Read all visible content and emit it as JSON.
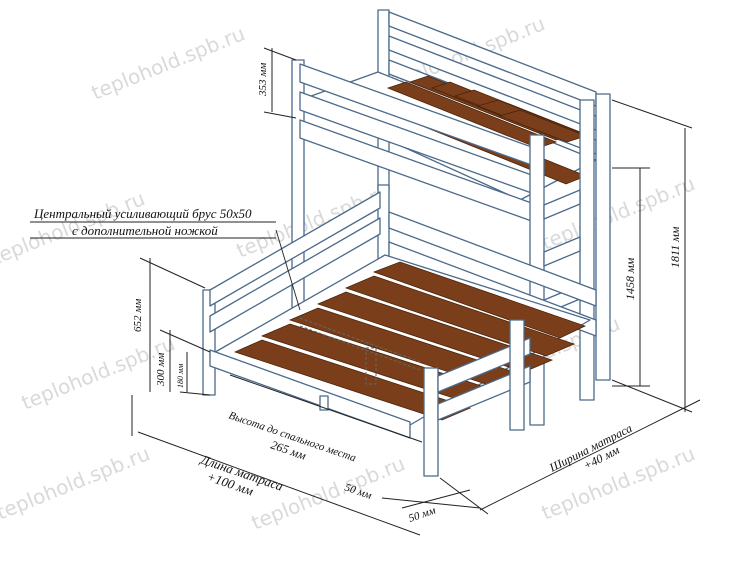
{
  "watermark": "teplohold.spb.ru",
  "annotations": {
    "beam_line1": "Центральный усиливающий брус 50х50",
    "beam_line2": "с дополнительной ножкой"
  },
  "dimensions": {
    "upper_rail": "353 мм",
    "lower_back": "652 мм",
    "lower_sleep": "300 мм",
    "small": "180 мм",
    "upper_sleep": "1458 мм",
    "total_height": "1811 мм",
    "sleep_height_label": "Высота до спального места",
    "sleep_height_value": "265 мм",
    "mattress_length_l1": "Длина матраса",
    "mattress_length_l2": "+100 мм",
    "mattress_width_l1": "Ширина матраса",
    "mattress_width_l2": "+40 мм",
    "post_a": "50 мм",
    "post_b": "50 мм"
  },
  "colors": {
    "frame": "#4b6a8a",
    "slat": "#7a3f1a",
    "ink": "#111111"
  }
}
